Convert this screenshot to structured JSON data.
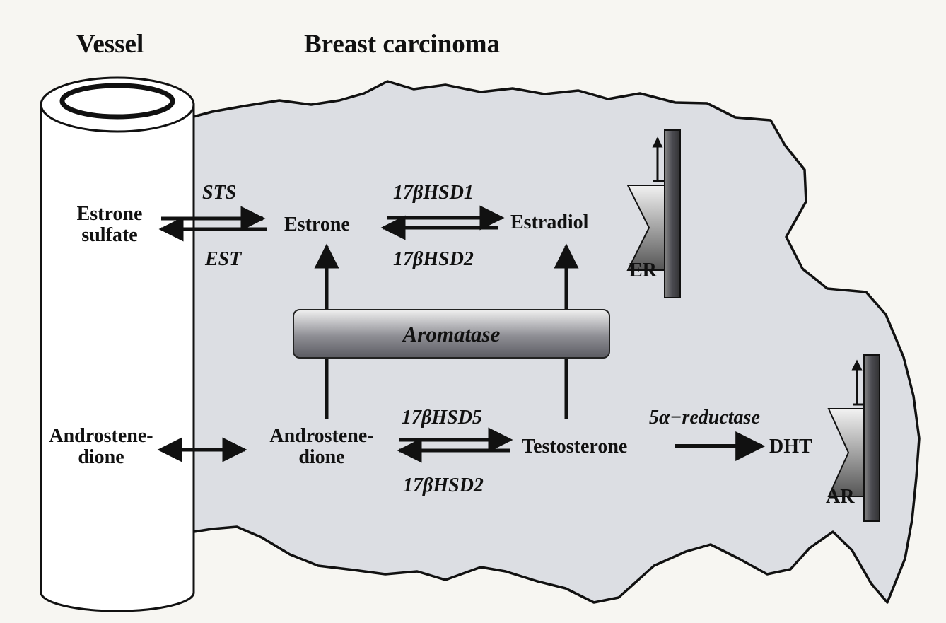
{
  "titles": {
    "vessel": "Vessel",
    "tumor": "Breast carcinoma"
  },
  "vessel_labels": {
    "estrone_sulfate_line1": "Estrone",
    "estrone_sulfate_line2": "sulfate",
    "androstenedione_line1": "Androstene-",
    "androstenedione_line2": "dione"
  },
  "nodes": {
    "estrone": "Estrone",
    "estradiol": "Estradiol",
    "androstenedione_line1": "Androstene-",
    "androstenedione_line2": "dione",
    "testosterone": "Testosterone",
    "dht": "DHT"
  },
  "enzymes": {
    "sts": "STS",
    "est": "EST",
    "hsd1": "17βHSD1",
    "hsd2_top": "17βHSD2",
    "hsd5": "17βHSD5",
    "hsd2_bottom": "17βHSD2",
    "aromatase": "Aromatase",
    "reductase": "5α−reductase"
  },
  "receptors": {
    "er": "ER",
    "ar": "AR"
  },
  "colors": {
    "tumor_fill": "#dcdee3",
    "outline": "#111111",
    "background": "#f7f6f2"
  }
}
